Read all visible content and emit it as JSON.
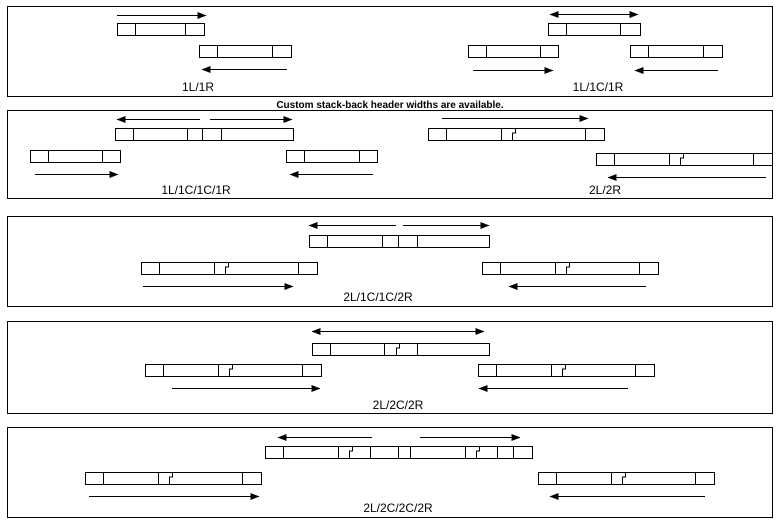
{
  "note": "Custom stack-back header widths are available.",
  "panels": [
    {
      "caption_left": "1L/1R",
      "caption_right": "1L/1C/1R"
    },
    {
      "caption_left": "1L/1C/1C/1R",
      "caption_right": "2L/2R"
    },
    {
      "caption": "2L/1C/1C/2R"
    },
    {
      "caption": "2L/2C/2R"
    },
    {
      "caption": "2L/2C/2C/2R"
    }
  ]
}
